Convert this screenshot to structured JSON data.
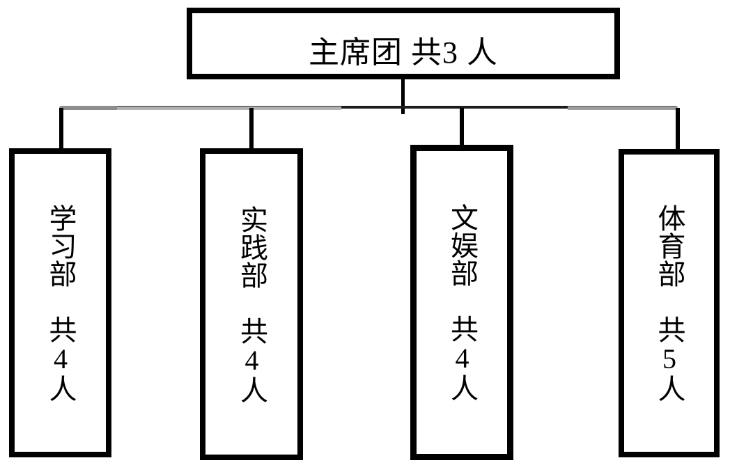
{
  "org_chart": {
    "root": {
      "display": "主席团 共3 人",
      "name": "主席团",
      "count": 3
    },
    "departments": [
      {
        "display": "学习部　共4人",
        "name": "学习部",
        "count": 4
      },
      {
        "display": "实践部　共4人",
        "name": "实践部",
        "count": 4
      },
      {
        "display": "文娱部　共4人",
        "name": "文娱部",
        "count": 4
      },
      {
        "display": "体育部　共5人",
        "name": "体育部",
        "count": 5
      }
    ],
    "colors": {
      "box_border": "#000000",
      "connector_black": "#1c1c1c",
      "connector_gray": "#8d8d8d",
      "connector_light_gray": "#b4b4b4",
      "background": "#ffffff"
    }
  }
}
